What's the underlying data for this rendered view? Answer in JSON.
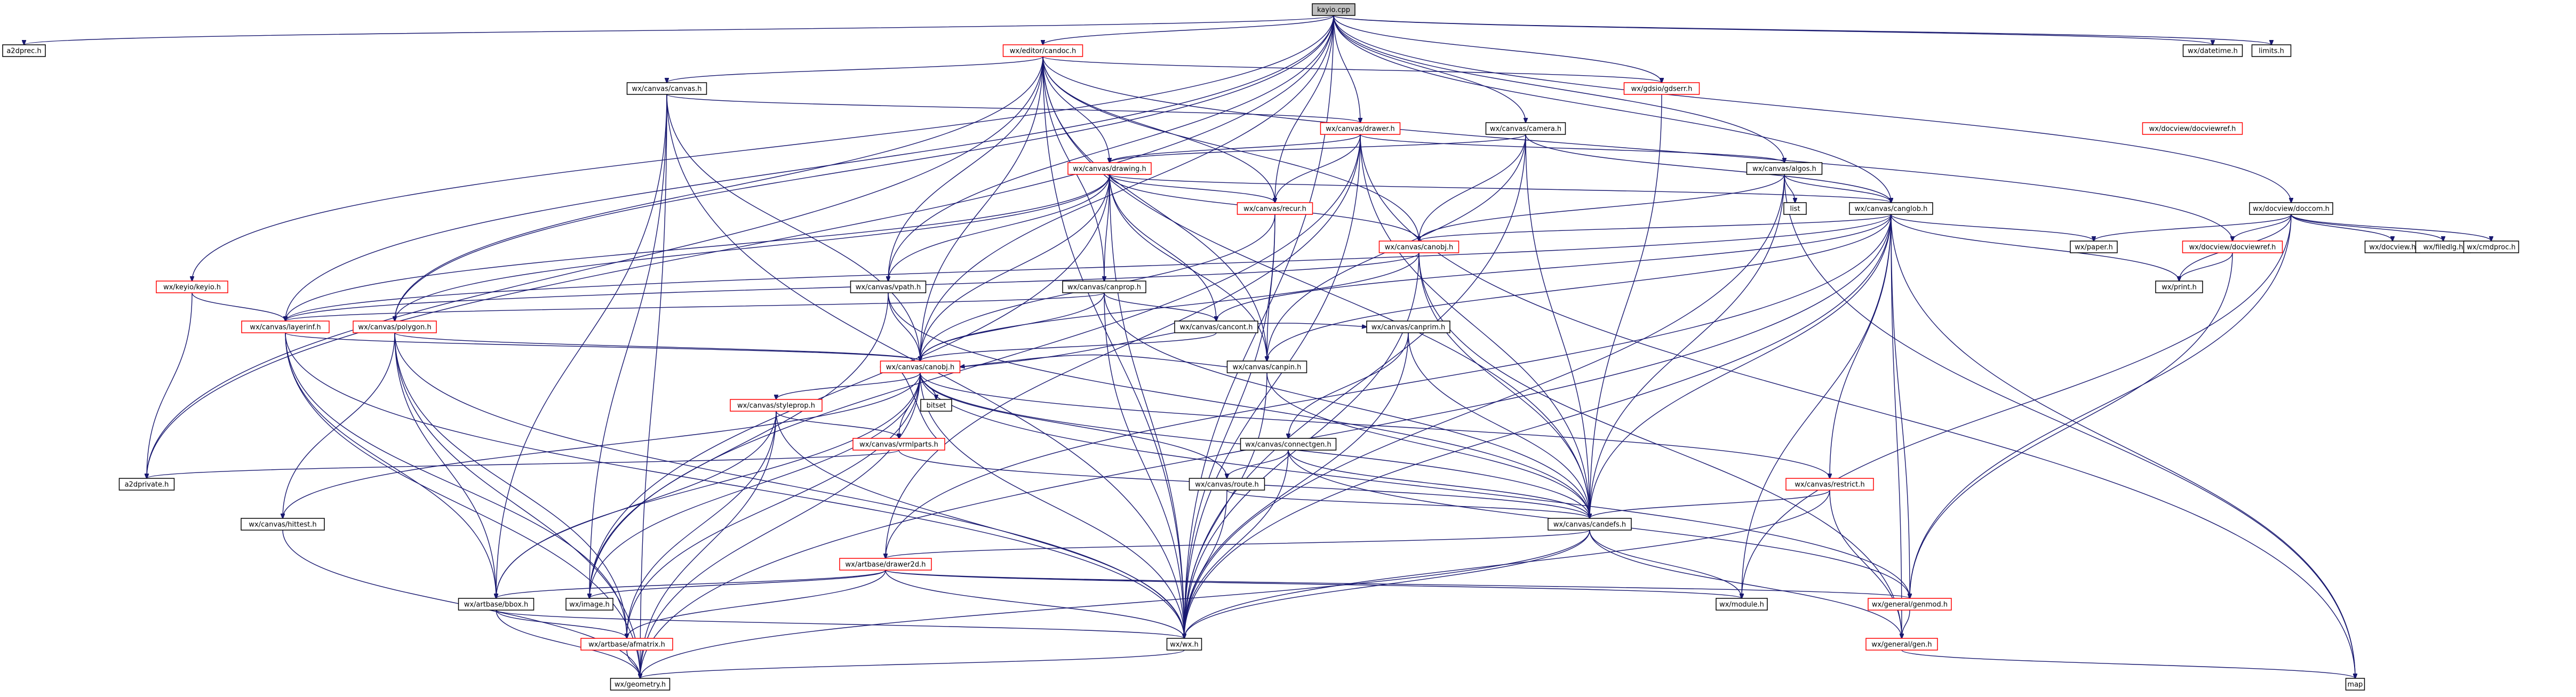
{
  "graph": {
    "root": "kayio.cpp",
    "nodes": [
      {
        "id": "kayio_cpp",
        "label": "kayio.cpp",
        "style": "root"
      },
      {
        "id": "a2dprec_h",
        "label": "a2dprec.h",
        "style": "plain"
      },
      {
        "id": "editor_candoc_h",
        "label": "wx/editor/candoc.h",
        "style": "red"
      },
      {
        "id": "datetime_h",
        "label": "wx/datetime.h",
        "style": "plain"
      },
      {
        "id": "limits_h",
        "label": "limits.h",
        "style": "plain"
      },
      {
        "id": "canvas_canvas_h",
        "label": "wx/canvas/canvas.h",
        "style": "plain"
      },
      {
        "id": "gdsio_gdserr_h",
        "label": "wx/gdsio/gdserr.h",
        "style": "red"
      },
      {
        "id": "canvas_drawer_h",
        "label": "wx/canvas/drawer.h",
        "style": "red"
      },
      {
        "id": "canvas_camera_h",
        "label": "wx/canvas/camera.h",
        "style": "plain"
      },
      {
        "id": "docview_docviewref_h_top",
        "label": "wx/docview/docviewref.h",
        "style": "red"
      },
      {
        "id": "canvas_drawing_h",
        "label": "wx/canvas/drawing.h",
        "style": "red"
      },
      {
        "id": "canvas_algos_h",
        "label": "wx/canvas/algos.h",
        "style": "plain"
      },
      {
        "id": "docview_doccom_h",
        "label": "wx/docview/doccom.h",
        "style": "plain"
      },
      {
        "id": "canvas_recur_h",
        "label": "wx/canvas/recur.h",
        "style": "red"
      },
      {
        "id": "list_h",
        "label": "list",
        "style": "plain"
      },
      {
        "id": "canvas_canglob_h",
        "label": "wx/canvas/canglob.h",
        "style": "plain"
      },
      {
        "id": "paper_h",
        "label": "wx/paper.h",
        "style": "plain"
      },
      {
        "id": "docview_docviewref_h",
        "label": "wx/docview/docviewref.h",
        "style": "red"
      },
      {
        "id": "docview_h",
        "label": "wx/docview.h",
        "style": "plain"
      },
      {
        "id": "filedlg_h",
        "label": "wx/filedlg.h",
        "style": "plain"
      },
      {
        "id": "cmdproc_h",
        "label": "wx/cmdproc.h",
        "style": "plain"
      },
      {
        "id": "canvas_canobj_h",
        "label": "wx/canvas/canobj.h",
        "style": "red"
      },
      {
        "id": "keyio_keyio_h",
        "label": "wx/keyio/keyio.h",
        "style": "red"
      },
      {
        "id": "canvas_vpath_h",
        "label": "wx/canvas/vpath.h",
        "style": "plain"
      },
      {
        "id": "canvas_canprop_h",
        "label": "wx/canvas/canprop.h",
        "style": "plain"
      },
      {
        "id": "print_h",
        "label": "wx/print.h",
        "style": "plain"
      },
      {
        "id": "canvas_layerinf_h",
        "label": "wx/canvas/layerinf.h",
        "style": "red"
      },
      {
        "id": "canvas_polygon_h",
        "label": "wx/canvas/polygon.h",
        "style": "red"
      },
      {
        "id": "canvas_cancont_h",
        "label": "wx/canvas/cancont.h",
        "style": "plain"
      },
      {
        "id": "canvas_canprim_h",
        "label": "wx/canvas/canprim.h",
        "style": "plain"
      },
      {
        "id": "canvas_canobj2_h",
        "label": "wx/canvas/canobj.h",
        "style": "red"
      },
      {
        "id": "bitset_h",
        "label": "bitset",
        "style": "plain"
      },
      {
        "id": "canvas_canpin_h",
        "label": "wx/canvas/canpin.h",
        "style": "plain"
      },
      {
        "id": "canvas_styleprop_h",
        "label": "wx/canvas/styleprop.h",
        "style": "red"
      },
      {
        "id": "canvas_connectgen_h",
        "label": "wx/canvas/connectgen.h",
        "style": "plain"
      },
      {
        "id": "canvas_vrmlparts_h",
        "label": "wx/canvas/vrmlparts.h",
        "style": "red"
      },
      {
        "id": "canvas_restrict_h",
        "label": "wx/canvas/restrict.h",
        "style": "red"
      },
      {
        "id": "a2dprivate_h",
        "label": "a2dprivate.h",
        "style": "plain"
      },
      {
        "id": "canvas_route_h",
        "label": "wx/canvas/route.h",
        "style": "plain"
      },
      {
        "id": "canvas_hittest_h",
        "label": "wx/canvas/hittest.h",
        "style": "plain"
      },
      {
        "id": "canvas_candefs_h",
        "label": "wx/canvas/candefs.h",
        "style": "plain"
      },
      {
        "id": "artbase_drawer2d_h",
        "label": "wx/artbase/drawer2d.h",
        "style": "red"
      },
      {
        "id": "artbase_bbox_h",
        "label": "wx/artbase/bbox.h",
        "style": "plain"
      },
      {
        "id": "image_h",
        "label": "wx/image.h",
        "style": "plain"
      },
      {
        "id": "module_h",
        "label": "wx/module.h",
        "style": "plain"
      },
      {
        "id": "general_genmod_h",
        "label": "wx/general/genmod.h",
        "style": "red"
      },
      {
        "id": "artbase_afmatrix_h",
        "label": "wx/artbase/afmatrix.h",
        "style": "red"
      },
      {
        "id": "wx_h",
        "label": "wx/wx.h",
        "style": "plain"
      },
      {
        "id": "general_gen_h",
        "label": "wx/general/gen.h",
        "style": "red"
      },
      {
        "id": "map_h",
        "label": "map",
        "style": "plain"
      },
      {
        "id": "geometry_h",
        "label": "wx/geometry.h",
        "style": "plain"
      }
    ],
    "edges": [
      [
        "kayio_cpp",
        "a2dprec_h"
      ],
      [
        "kayio_cpp",
        "editor_candoc_h"
      ],
      [
        "kayio_cpp",
        "datetime_h"
      ],
      [
        "kayio_cpp",
        "limits_h"
      ],
      [
        "kayio_cpp",
        "gdsio_gdserr_h"
      ],
      [
        "kayio_cpp",
        "canvas_drawer_h"
      ],
      [
        "kayio_cpp",
        "canvas_camera_h"
      ],
      [
        "kayio_cpp",
        "canvas_algos_h"
      ],
      [
        "kayio_cpp",
        "docview_doccom_h"
      ],
      [
        "kayio_cpp",
        "canvas_canglob_h"
      ],
      [
        "kayio_cpp",
        "keyio_keyio_h"
      ],
      [
        "kayio_cpp",
        "canvas_layerinf_h"
      ],
      [
        "kayio_cpp",
        "canvas_polygon_h"
      ],
      [
        "kayio_cpp",
        "canvas_recur_h"
      ],
      [
        "kayio_cpp",
        "canvas_vpath_h"
      ],
      [
        "kayio_cpp",
        "wx_h"
      ],
      [
        "kayio_cpp",
        "a2dprivate_h"
      ],
      [
        "kayio_cpp",
        "canvas_canobj2_h"
      ],
      [
        "editor_candoc_h",
        "canvas_canvas_h"
      ],
      [
        "editor_candoc_h",
        "gdsio_gdserr_h"
      ],
      [
        "editor_candoc_h",
        "canvas_drawing_h"
      ],
      [
        "editor_candoc_h",
        "canvas_recur_h"
      ],
      [
        "editor_candoc_h",
        "canvas_canobj_h"
      ],
      [
        "editor_candoc_h",
        "docview_docviewref_h"
      ],
      [
        "editor_candoc_h",
        "canvas_vpath_h"
      ],
      [
        "editor_candoc_h",
        "canvas_canprop_h"
      ],
      [
        "editor_candoc_h",
        "canvas_polygon_h"
      ],
      [
        "editor_candoc_h",
        "canvas_canpin_h"
      ],
      [
        "editor_candoc_h",
        "canvas_canobj2_h"
      ],
      [
        "editor_candoc_h",
        "wx_h"
      ],
      [
        "editor_candoc_h",
        "canvas_candefs_h"
      ],
      [
        "editor_candoc_h",
        "a2dprivate_h"
      ],
      [
        "canvas_canvas_h",
        "canvas_drawer_h"
      ],
      [
        "canvas_canvas_h",
        "canvas_canobj2_h"
      ],
      [
        "canvas_canvas_h",
        "image_h"
      ],
      [
        "canvas_canvas_h",
        "wx_h"
      ],
      [
        "canvas_canvas_h",
        "geometry_h"
      ],
      [
        "canvas_canvas_h",
        "artbase_bbox_h"
      ],
      [
        "gdsio_gdserr_h",
        "canvas_candefs_h"
      ],
      [
        "canvas_drawer_h",
        "canvas_drawing_h"
      ],
      [
        "canvas_drawer_h",
        "canvas_recur_h"
      ],
      [
        "canvas_drawer_h",
        "canvas_algos_h"
      ],
      [
        "canvas_drawer_h",
        "canvas_candefs_h"
      ],
      [
        "canvas_drawer_h",
        "artbase_drawer2d_h"
      ],
      [
        "canvas_drawer_h",
        "image_h"
      ],
      [
        "canvas_drawer_h",
        "wx_h"
      ],
      [
        "canvas_drawer_h",
        "map_h"
      ],
      [
        "canvas_camera_h",
        "canvas_drawing_h"
      ],
      [
        "canvas_camera_h",
        "canvas_canobj_h"
      ],
      [
        "canvas_camera_h",
        "canvas_canglob_h"
      ],
      [
        "canvas_camera_h",
        "canvas_candefs_h"
      ],
      [
        "canvas_camera_h",
        "canvas_canpin_h"
      ],
      [
        "canvas_camera_h",
        "wx_h"
      ],
      [
        "canvas_drawing_h",
        "canvas_recur_h"
      ],
      [
        "canvas_drawing_h",
        "canvas_canglob_h"
      ],
      [
        "canvas_drawing_h",
        "canvas_canobj_h"
      ],
      [
        "canvas_drawing_h",
        "canvas_vpath_h"
      ],
      [
        "canvas_drawing_h",
        "canvas_canprop_h"
      ],
      [
        "canvas_drawing_h",
        "canvas_layerinf_h"
      ],
      [
        "canvas_drawing_h",
        "canvas_polygon_h"
      ],
      [
        "canvas_drawing_h",
        "canvas_cancont_h"
      ],
      [
        "canvas_drawing_h",
        "canvas_canpin_h"
      ],
      [
        "canvas_drawing_h",
        "canvas_canobj2_h"
      ],
      [
        "canvas_drawing_h",
        "image_h"
      ],
      [
        "canvas_drawing_h",
        "wx_h"
      ],
      [
        "canvas_algos_h",
        "list_h"
      ],
      [
        "canvas_algos_h",
        "canvas_canglob_h"
      ],
      [
        "canvas_algos_h",
        "canvas_canobj_h"
      ],
      [
        "canvas_algos_h",
        "canvas_candefs_h"
      ],
      [
        "canvas_algos_h",
        "map_h"
      ],
      [
        "canvas_algos_h",
        "wx_h"
      ],
      [
        "docview_doccom_h",
        "paper_h"
      ],
      [
        "docview_doccom_h",
        "docview_docviewref_h"
      ],
      [
        "docview_doccom_h",
        "docview_h"
      ],
      [
        "docview_doccom_h",
        "filedlg_h"
      ],
      [
        "docview_doccom_h",
        "cmdproc_h"
      ],
      [
        "docview_doccom_h",
        "print_h"
      ],
      [
        "docview_doccom_h",
        "module_h"
      ],
      [
        "docview_doccom_h",
        "general_genmod_h"
      ],
      [
        "canvas_recur_h",
        "canvas_canobj2_h"
      ],
      [
        "canvas_recur_h",
        "canvas_canpin_h"
      ],
      [
        "canvas_recur_h",
        "wx_h"
      ],
      [
        "canvas_canglob_h",
        "paper_h"
      ],
      [
        "canvas_canglob_h",
        "print_h"
      ],
      [
        "canvas_canglob_h",
        "canvas_canobj_h"
      ],
      [
        "canvas_canglob_h",
        "canvas_layerinf_h"
      ],
      [
        "canvas_canglob_h",
        "canvas_cancont_h"
      ],
      [
        "canvas_canglob_h",
        "canvas_canpin_h"
      ],
      [
        "canvas_canglob_h",
        "canvas_restrict_h"
      ],
      [
        "canvas_canglob_h",
        "canvas_candefs_h"
      ],
      [
        "canvas_canglob_h",
        "artbase_drawer2d_h"
      ],
      [
        "canvas_canglob_h",
        "module_h"
      ],
      [
        "canvas_canglob_h",
        "general_genmod_h"
      ],
      [
        "canvas_canglob_h",
        "wx_h"
      ],
      [
        "canvas_canglob_h",
        "general_gen_h"
      ],
      [
        "canvas_canglob_h",
        "map_h"
      ],
      [
        "canvas_canglob_h",
        "geometry_h"
      ],
      [
        "docview_docviewref_h",
        "print_h"
      ],
      [
        "docview_docviewref_h",
        "general_genmod_h"
      ],
      [
        "canvas_canobj_h",
        "canvas_layerinf_h"
      ],
      [
        "canvas_canobj_h",
        "canvas_canobj2_h"
      ],
      [
        "canvas_canobj_h",
        "canvas_candefs_h"
      ],
      [
        "canvas_canobj_h",
        "wx_h"
      ],
      [
        "canvas_canobj_h",
        "general_gen_h"
      ],
      [
        "keyio_keyio_h",
        "canvas_layerinf_h"
      ],
      [
        "keyio_keyio_h",
        "a2dprivate_h"
      ],
      [
        "canvas_vpath_h",
        "canvas_canobj2_h"
      ],
      [
        "canvas_vpath_h",
        "canvas_candefs_h"
      ],
      [
        "canvas_vpath_h",
        "image_h"
      ],
      [
        "canvas_canprop_h",
        "canvas_layerinf_h"
      ],
      [
        "canvas_canprop_h",
        "canvas_cancont_h"
      ],
      [
        "canvas_canprop_h",
        "canvas_canobj2_h"
      ],
      [
        "canvas_canprop_h",
        "canvas_candefs_h"
      ],
      [
        "canvas_canprop_h",
        "wx_h"
      ],
      [
        "canvas_layerinf_h",
        "canvas_canobj2_h"
      ],
      [
        "canvas_layerinf_h",
        "artbase_bbox_h"
      ],
      [
        "canvas_layerinf_h",
        "wx_h"
      ],
      [
        "canvas_layerinf_h",
        "geometry_h"
      ],
      [
        "canvas_layerinf_h",
        "artbase_afmatrix_h"
      ],
      [
        "canvas_polygon_h",
        "canvas_canobj2_h"
      ],
      [
        "canvas_polygon_h",
        "canvas_hittest_h"
      ],
      [
        "canvas_polygon_h",
        "artbase_bbox_h"
      ],
      [
        "canvas_polygon_h",
        "wx_h"
      ],
      [
        "canvas_polygon_h",
        "geometry_h"
      ],
      [
        "canvas_polygon_h",
        "artbase_afmatrix_h"
      ],
      [
        "canvas_cancont_h",
        "canvas_canobj2_h"
      ],
      [
        "canvas_canpin_h",
        "canvas_canobj2_h"
      ],
      [
        "canvas_canpin_h",
        "canvas_candefs_h"
      ],
      [
        "canvas_canpin_h",
        "wx_h"
      ],
      [
        "canvas_canobj2_h",
        "bitset_h"
      ],
      [
        "canvas_canobj2_h",
        "canvas_styleprop_h"
      ],
      [
        "canvas_canobj2_h",
        "canvas_canprim_h"
      ],
      [
        "canvas_canobj2_h",
        "canvas_vrmlparts_h"
      ],
      [
        "canvas_canobj2_h",
        "canvas_restrict_h"
      ],
      [
        "canvas_canobj2_h",
        "canvas_hittest_h"
      ],
      [
        "canvas_canobj2_h",
        "canvas_candefs_h"
      ],
      [
        "canvas_canobj2_h",
        "artbase_bbox_h"
      ],
      [
        "canvas_canobj2_h",
        "image_h"
      ],
      [
        "canvas_canobj2_h",
        "general_genmod_h"
      ],
      [
        "canvas_canobj2_h",
        "artbase_afmatrix_h"
      ],
      [
        "canvas_canobj2_h",
        "wx_h"
      ],
      [
        "canvas_canobj2_h",
        "geometry_h"
      ],
      [
        "canvas_canobj2_h",
        "canvas_route_h"
      ],
      [
        "canvas_styleprop_h",
        "canvas_vrmlparts_h"
      ],
      [
        "canvas_styleprop_h",
        "artbase_bbox_h"
      ],
      [
        "canvas_styleprop_h",
        "artbase_afmatrix_h"
      ],
      [
        "canvas_styleprop_h",
        "wx_h"
      ],
      [
        "canvas_styleprop_h",
        "geometry_h"
      ],
      [
        "canvas_canprim_h",
        "canvas_connectgen_h"
      ],
      [
        "canvas_canprim_h",
        "canvas_candefs_h"
      ],
      [
        "canvas_canprim_h",
        "wx_h"
      ],
      [
        "canvas_connectgen_h",
        "canvas_route_h"
      ],
      [
        "canvas_connectgen_h",
        "canvas_candefs_h"
      ],
      [
        "canvas_connectgen_h",
        "general_genmod_h"
      ],
      [
        "canvas_connectgen_h",
        "wx_h"
      ],
      [
        "canvas_vrmlparts_h",
        "a2dprivate_h"
      ],
      [
        "canvas_vrmlparts_h",
        "canvas_canobj2_h"
      ],
      [
        "canvas_vrmlparts_h",
        "canvas_candefs_h"
      ],
      [
        "canvas_restrict_h",
        "canvas_candefs_h"
      ],
      [
        "canvas_restrict_h",
        "general_gen_h"
      ],
      [
        "canvas_restrict_h",
        "wx_h"
      ],
      [
        "canvas_route_h",
        "canvas_candefs_h"
      ],
      [
        "canvas_route_h",
        "wx_h"
      ],
      [
        "canvas_hittest_h",
        "geometry_h"
      ],
      [
        "canvas_candefs_h",
        "artbase_drawer2d_h"
      ],
      [
        "canvas_candefs_h",
        "module_h"
      ],
      [
        "canvas_candefs_h",
        "general_gen_h"
      ],
      [
        "canvas_candefs_h",
        "wx_h"
      ],
      [
        "canvas_candefs_h",
        "geometry_h"
      ],
      [
        "artbase_drawer2d_h",
        "artbase_bbox_h"
      ],
      [
        "artbase_drawer2d_h",
        "image_h"
      ],
      [
        "artbase_drawer2d_h",
        "module_h"
      ],
      [
        "artbase_drawer2d_h",
        "general_genmod_h"
      ],
      [
        "artbase_drawer2d_h",
        "artbase_afmatrix_h"
      ],
      [
        "artbase_drawer2d_h",
        "wx_h"
      ],
      [
        "artbase_bbox_h",
        "artbase_afmatrix_h"
      ],
      [
        "artbase_bbox_h",
        "wx_h"
      ],
      [
        "artbase_bbox_h",
        "geometry_h"
      ],
      [
        "general_genmod_h",
        "general_gen_h"
      ],
      [
        "artbase_afmatrix_h",
        "geometry_h"
      ],
      [
        "wx_h",
        "geometry_h"
      ],
      [
        "general_gen_h",
        "map_h"
      ]
    ]
  },
  "colors": {
    "edge": "#191970",
    "plain_border": "#000000",
    "highlight_border": "#ff0000",
    "root_fill": "#bfbfbf",
    "node_fill": "#ffffff"
  }
}
